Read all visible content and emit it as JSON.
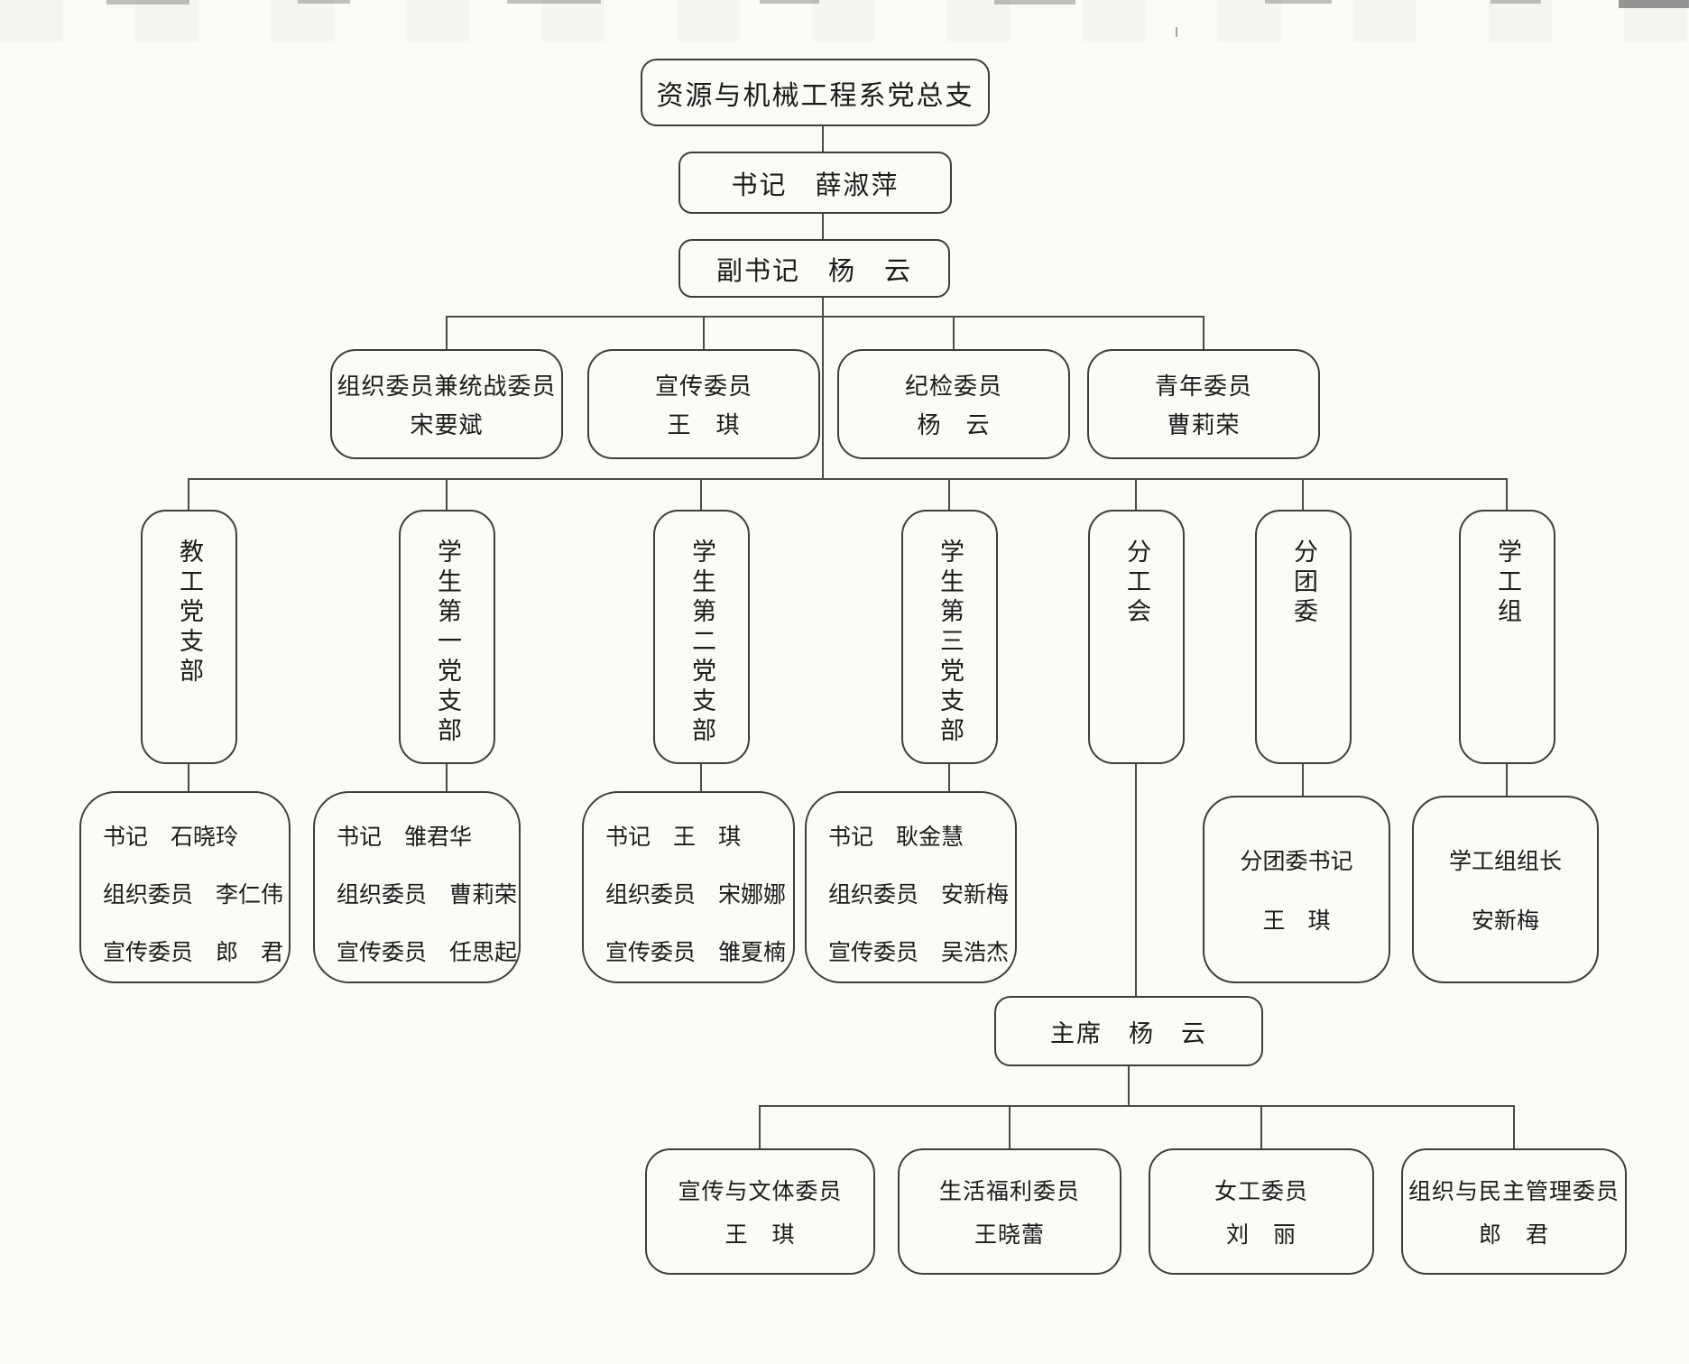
{
  "org_chart": {
    "root": {
      "label": "资源与机械工程系党总支"
    },
    "secretary": {
      "label": "书记　薛淑萍"
    },
    "deputy_secretary": {
      "label": "副书记　杨　云"
    },
    "committees": [
      {
        "role": "组织委员兼统战委员",
        "name": "宋要斌"
      },
      {
        "role": "宣传委员",
        "name": "王　琪"
      },
      {
        "role": "纪检委员",
        "name": "杨　云"
      },
      {
        "role": "青年委员",
        "name": "曹莉荣"
      }
    ],
    "branches": [
      "教工党支部",
      "学生第一党支部",
      "学生第二党支部",
      "学生第三党支部",
      "分工会",
      "分团委",
      "学工组"
    ],
    "branch_details": [
      {
        "lines": [
          "书记　石晓玲",
          "组织委员　李仁伟",
          "宣传委员　郎　君"
        ]
      },
      {
        "lines": [
          "书记　雏君华",
          "组织委员　曹莉荣",
          "宣传委员　任思起"
        ]
      },
      {
        "lines": [
          "书记　王　琪",
          "组织委员　宋娜娜",
          "宣传委员　雏夏楠"
        ]
      },
      {
        "lines": [
          "书记　耿金慧",
          "组织委员　安新梅",
          "宣传委员　吴浩杰"
        ]
      },
      {
        "lines": [
          "分团委书记",
          "王　琪"
        ]
      },
      {
        "lines": [
          "学工组组长",
          "安新梅"
        ]
      }
    ],
    "union_chair": {
      "label": "主席　杨　云"
    },
    "union_committees": [
      {
        "role": "宣传与文体委员",
        "name": "王　琪"
      },
      {
        "role": "生活福利委员",
        "name": "王晓蕾"
      },
      {
        "role": "女工委员",
        "name": "刘　丽"
      },
      {
        "role": "组织与民主管理委员",
        "name": "郎　君"
      }
    ],
    "colors": {
      "paper": "#fbfaf7",
      "ink": "#1b1b1b",
      "line": "#4a4a4a"
    }
  }
}
